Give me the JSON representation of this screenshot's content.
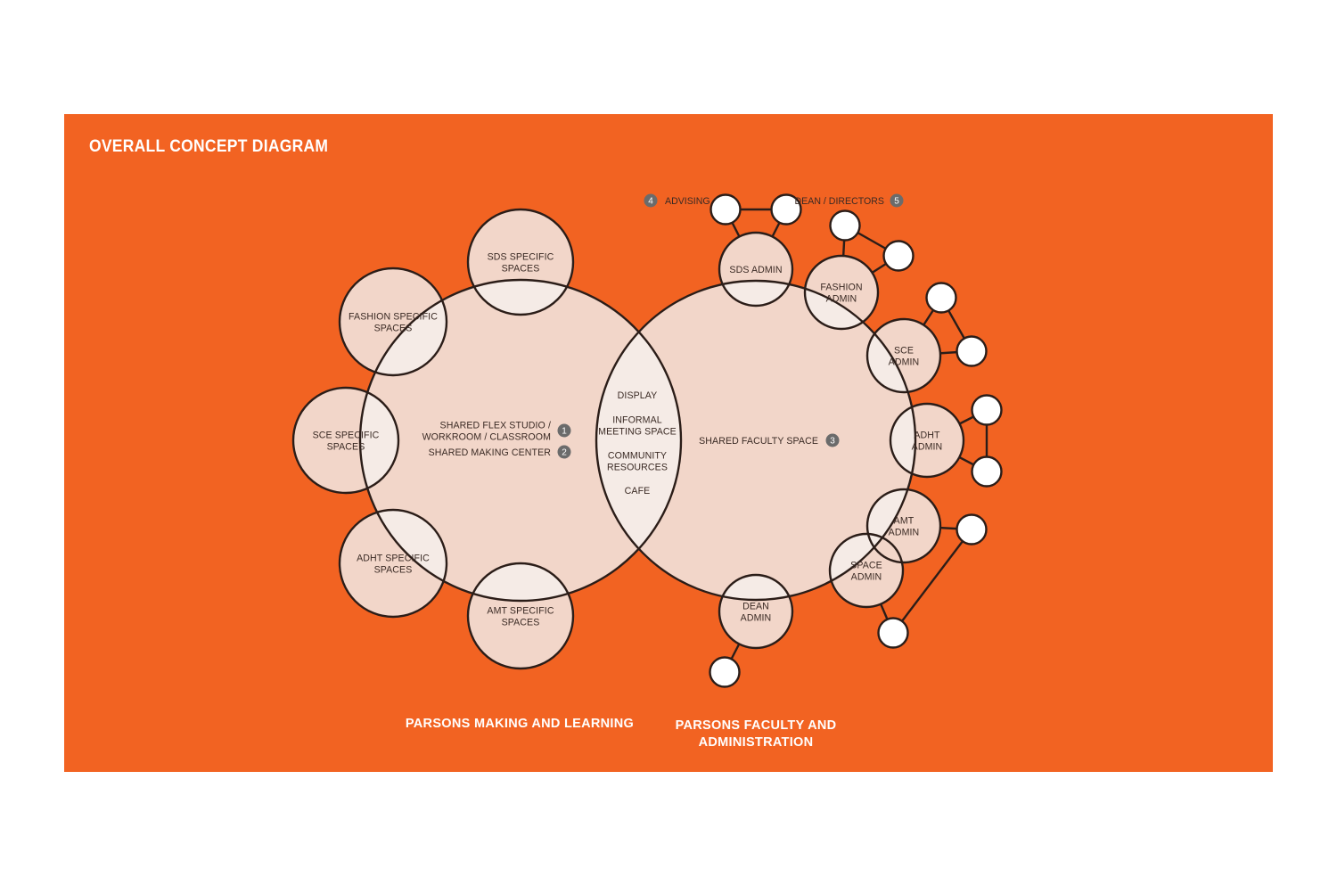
{
  "title": "OVERALL CONCEPT DIAGRAM",
  "colors": {
    "background": "#f26322",
    "circle_fill": "#f2d6c9",
    "overlap_fill": "#f5ebe6",
    "stroke": "#2b1d18",
    "badge": "#6b6b6b",
    "text": "#3a2a24"
  },
  "groups": {
    "making": {
      "label": "PARSONS MAKING AND LEARNING"
    },
    "faculty": {
      "label_line1": "PARSONS FACULTY AND",
      "label_line2": "ADMINISTRATION"
    }
  },
  "left_main": {
    "items": [
      {
        "lines": [
          "SHARED FLEX STUDIO /",
          "WORKROOM / CLASSROOM"
        ],
        "badge": "1"
      },
      {
        "lines": [
          "SHARED MAKING CENTER"
        ],
        "badge": "2"
      }
    ]
  },
  "right_main": {
    "items": [
      {
        "lines": [
          "SHARED FACULTY SPACE"
        ],
        "badge": "3"
      }
    ]
  },
  "overlap": {
    "items": [
      {
        "lines": [
          "DISPLAY"
        ]
      },
      {
        "lines": [
          "INFORMAL",
          "MEETING SPACE"
        ]
      },
      {
        "lines": [
          "COMMUNITY",
          "RESOURCES"
        ]
      },
      {
        "lines": [
          "CAFE"
        ]
      }
    ]
  },
  "specific_spaces": [
    {
      "lines": [
        "SDS SPECIFIC",
        "SPACES"
      ]
    },
    {
      "lines": [
        "FASHION SPECIFIC",
        "SPACES"
      ]
    },
    {
      "lines": [
        "SCE SPECIFIC",
        "SPACES"
      ]
    },
    {
      "lines": [
        "ADHT SPECIFIC",
        "SPACES"
      ]
    },
    {
      "lines": [
        "AMT SPECIFIC",
        "SPACES"
      ]
    }
  ],
  "admin_nodes": [
    {
      "lines": [
        "SDS ADMIN"
      ]
    },
    {
      "lines": [
        "FASHION",
        "ADMIN"
      ]
    },
    {
      "lines": [
        "SCE",
        "ADMIN"
      ]
    },
    {
      "lines": [
        "ADHT",
        "ADMIN"
      ]
    },
    {
      "lines": [
        "AMT",
        "ADMIN"
      ]
    },
    {
      "lines": [
        "SPACE",
        "ADMIN"
      ]
    },
    {
      "lines": [
        "DEAN",
        "ADMIN"
      ]
    }
  ],
  "callouts": [
    {
      "badge": "4",
      "label": "ADVISING"
    },
    {
      "badge": "5",
      "label": "DEAN / DIRECTORS"
    }
  ]
}
